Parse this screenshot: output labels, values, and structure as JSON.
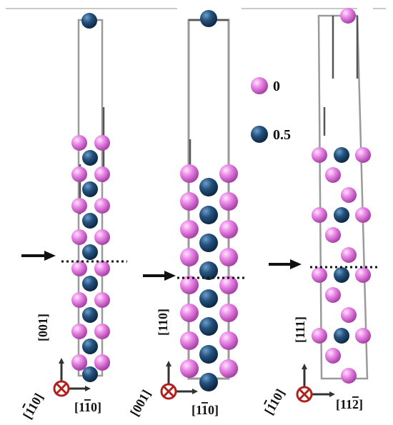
{
  "colors": {
    "pink_atom": "#e27ee0",
    "blue_atom": "#224e7a",
    "cell_frame": "#9a9a9a",
    "axis_arrow": "#333333",
    "marker_circle": "#b0201c",
    "interface_arrow": "#111111"
  },
  "legend": [
    {
      "label": "0",
      "atom": "pink"
    },
    {
      "label": "0.5",
      "atom": "blue"
    }
  ],
  "panels": [
    {
      "id": "panel-1",
      "vertical_axis": "[001]",
      "into_page_axis": "[110]",
      "into_page_overline_index": 2,
      "horizontal_axis_prefix": "[1",
      "horizontal_axis_overdigit": "1",
      "horizontal_axis_suffix": "0]",
      "into_page_marker_icon": "cross-circle-icon",
      "interface_arrow_icon": "right-arrow-icon"
    },
    {
      "id": "panel-2",
      "vertical_axis": "[110]",
      "into_page_axis": "[001]",
      "into_page_overline_index": null,
      "horizontal_axis_prefix": "[1",
      "horizontal_axis_overdigit": "1",
      "horizontal_axis_suffix": "0]",
      "into_page_marker_icon": "cross-circle-icon",
      "interface_arrow_icon": "right-arrow-icon"
    },
    {
      "id": "panel-3",
      "vertical_axis": "[111]",
      "into_page_axis": "[110]",
      "into_page_overline_index": 2,
      "horizontal_axis_prefix": "[11",
      "horizontal_axis_overdigit": "2",
      "horizontal_axis_suffix": "]",
      "into_page_marker_icon": "cross-circle-icon",
      "interface_arrow_icon": "right-arrow-icon"
    }
  ]
}
